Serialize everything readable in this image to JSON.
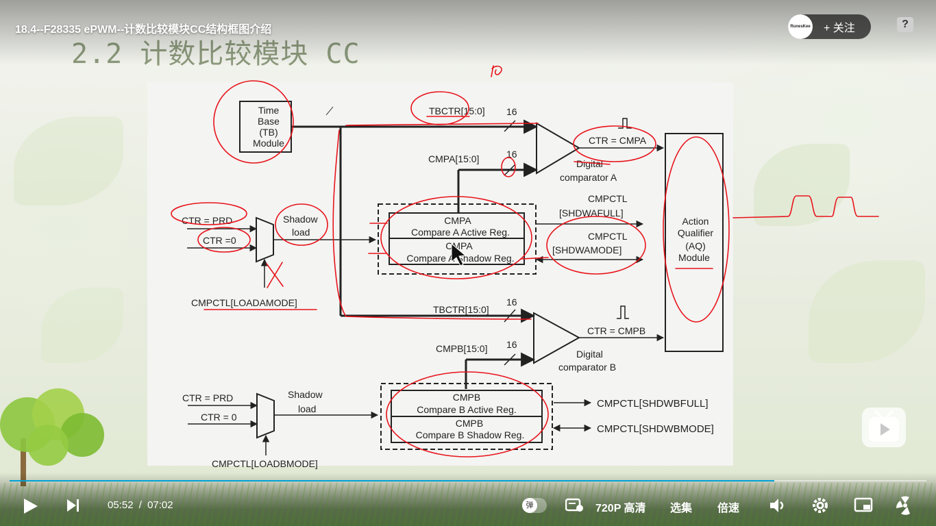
{
  "video": {
    "title": "18.4--F28335 ePWM--计数比较模块CC结构框图介绍",
    "uploader_avatar_text": "RunesKee",
    "follow_label": "+ 关注",
    "help_icon": "?"
  },
  "slide": {
    "title": "2.2 计数比较模块 CC"
  },
  "diagram": {
    "tb_module": [
      "Time",
      "Base",
      "(TB)",
      "Module"
    ],
    "tbctr_top": "TBCTR[15:0]",
    "bus_width_top": "16",
    "cmpa_bus": "CMPA[15:0]",
    "bus_width_cmpa": "16",
    "ctr_eq_cmpa": "CTR = CMPA",
    "digital_comparator_a": [
      "Digital",
      "comparator A"
    ],
    "ctr_prd_a": "CTR = PRD",
    "ctr_zero_a": "CTR =0",
    "shadow_load_a": [
      "Shadow",
      "load"
    ],
    "cmpa_active_title": "CMPA",
    "cmpa_active_sub": "Compare A Active Reg.",
    "cmpa_shadow_title": "CMPA",
    "cmpa_shadow_sub": "Compare A Shadow Reg.",
    "shdwafull": [
      "CMPCTL",
      "[SHDWAFULL]"
    ],
    "shdwamode": [
      "CMPCTL",
      "[SHDWAMODE]"
    ],
    "aq_module": [
      "Action",
      "Qualifier",
      "(AQ)",
      "Module"
    ],
    "loadamode": "CMPCTL[LOADAMODE]",
    "tbctr_bottom": "TBCTR[15:0]",
    "bus_width_bottom": "16",
    "cmpb_bus": "CMPB[15:0]",
    "bus_width_cmpb": "16",
    "ctr_eq_cmpb": "CTR = CMPB",
    "digital_comparator_b": [
      "Digital",
      "comparator B"
    ],
    "ctr_prd_b": "CTR = PRD",
    "ctr_zero_b": "CTR = 0",
    "shadow_load_b": [
      "Shadow",
      "load"
    ],
    "cmpb_active_title": "CMPB",
    "cmpb_active_sub": "Compare B Active Reg.",
    "cmpb_shadow_title": "CMPB",
    "cmpb_shadow_sub": "Compare B Shadow Reg.",
    "shdwbfull": "CMPCTL[SHDWBFULL]",
    "shdwbmode": "CMPCTL[SHDWBMODE]",
    "loadbmode": "CMPCTL[LOADBMODE]",
    "annotation_16": "16",
    "annotation_x": "X"
  },
  "player": {
    "current_time": "05:52",
    "time_separator": "/",
    "duration": "07:02",
    "progress_fraction": 0.834,
    "barrage_label": "弹",
    "quality_label": "720P 高清",
    "episodes_label": "选集",
    "speed_label": "倍速"
  },
  "colors": {
    "annotation_red": "#e8131b",
    "progress_blue": "#00a1d6",
    "slide_title_green": "#8c9a7c"
  }
}
